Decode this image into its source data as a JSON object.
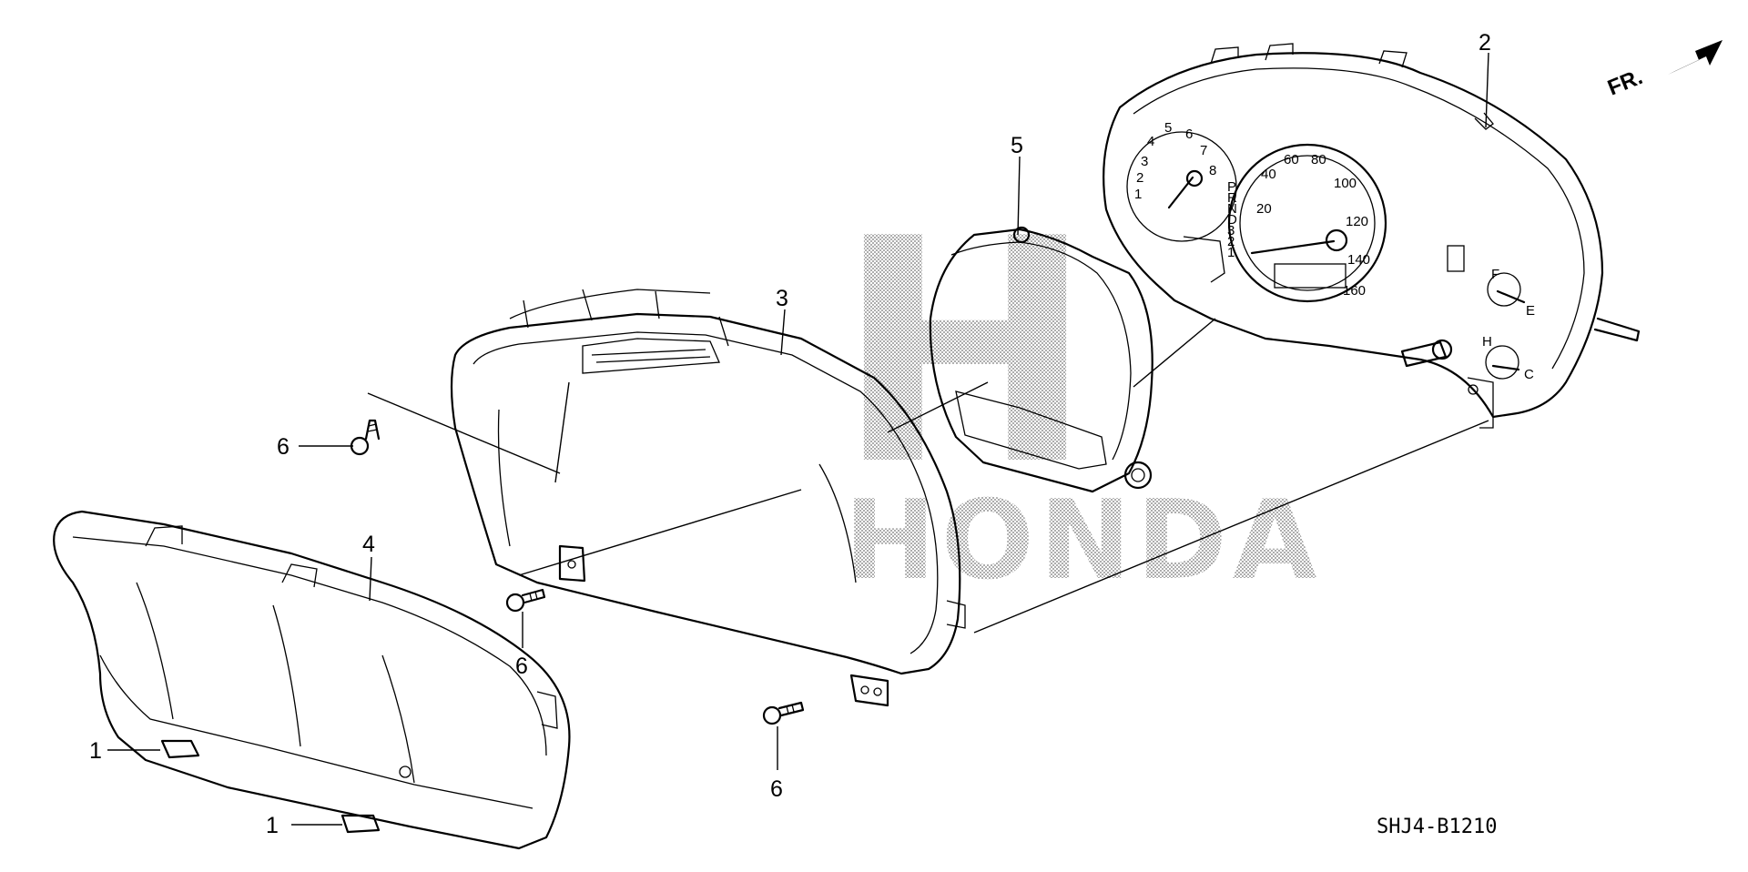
{
  "diagram": {
    "direction_label": "FR.",
    "diagram_code": "SHJ4-B1210",
    "watermark_text": "HONDA",
    "watermark_mark": "H",
    "callouts": {
      "part_1_upper": "1",
      "part_1_lower": "1",
      "part_2": "2",
      "part_3": "3",
      "part_4": "4",
      "part_5": "5",
      "part_6_top": "6",
      "part_6_mid": "6",
      "part_6_bottom": "6"
    },
    "tachometer_scale": [
      "1",
      "2",
      "3",
      "4",
      "5",
      "6",
      "7",
      "8"
    ],
    "speedometer_scale": [
      "20",
      "40",
      "60",
      "80",
      "100",
      "120",
      "140",
      "160"
    ],
    "gear_indicator": [
      "P",
      "R",
      "N",
      "D",
      "3",
      "2",
      "1"
    ],
    "fuel_gauge_labels": [
      "F",
      "E"
    ],
    "temp_gauge_labels": [
      "H",
      "C"
    ]
  }
}
